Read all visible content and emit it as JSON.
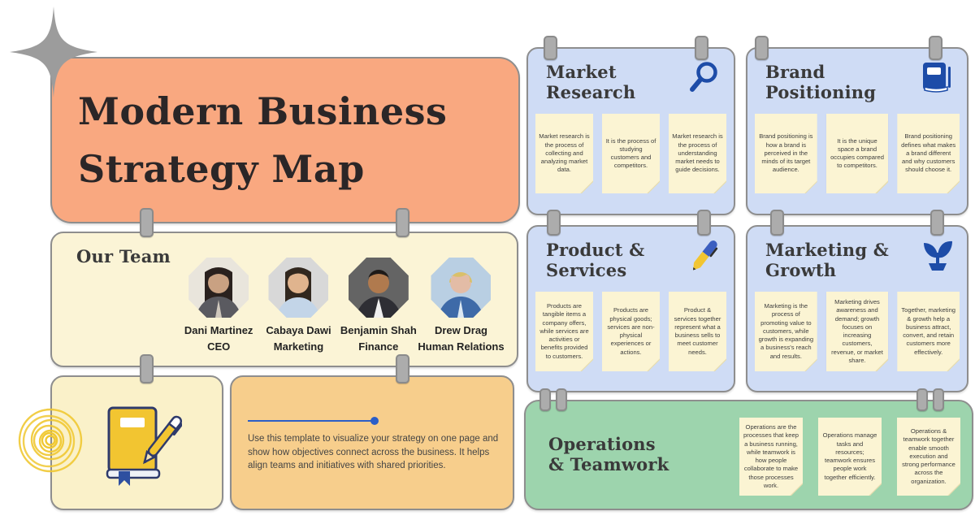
{
  "title": "Modern Business Strategy Map",
  "team": {
    "heading": "Our Team",
    "members": [
      {
        "name": "Dani Martinez",
        "role": "CEO"
      },
      {
        "name": "Cabaya Dawi",
        "role": "Marketing"
      },
      {
        "name": "Benjamin Shah",
        "role": "Finance"
      },
      {
        "name": "Drew Drag",
        "role": "Human Relations"
      }
    ]
  },
  "desc": {
    "text": "Use this template to visualize your strategy on one page and show how objectives connect across the business. It helps align teams and initiatives with shared priorities."
  },
  "sections": [
    {
      "title": "Market\nResearch",
      "icon": "magnifier-icon",
      "notes": [
        "Market research is the process of collecting and analyzing market data.",
        "It is the process of studying customers and competitors.",
        "Market research is the process of understanding market needs to guide decisions."
      ]
    },
    {
      "title": "Brand\nPositioning",
      "icon": "book-icon",
      "notes": [
        "Brand positioning is how a brand is perceived in the minds of its target audience.",
        "It is the unique space a brand occupies compared to competitors.",
        "Brand positioning defines what makes a brand different and why customers should choose it."
      ]
    },
    {
      "title": "Product &\nServices",
      "icon": "pen-icon",
      "notes": [
        "Products are tangible items a company offers, while services are activities or benefits provided to customers.",
        "Products are physical goods; services are non-physical experiences or actions.",
        "Product & services together represent what a business sells to meet customer needs."
      ]
    },
    {
      "title": "Marketing &\nGrowth",
      "icon": "plant-icon",
      "notes": [
        "Marketing is the process of promoting value to customers, while growth is expanding a business's reach and results.",
        "Marketing drives awareness and demand; growth focuses on increasing customers, revenue, or market share.",
        "Together, marketing & growth help a business attract, convert, and retain customers more effectively."
      ]
    },
    {
      "title": "Operations\n& Teamwork",
      "icon": "none",
      "notes": [
        "Operations are the processes that keep a business running, while teamwork is how people collaborate to make those processes work.",
        "Operations manage tasks and resources; teamwork ensures people work together efficiently.",
        "Operations & teamwork together enable smooth execution and strong performance across the organization."
      ]
    }
  ],
  "colors": {
    "salmon_panel": "#f9a880",
    "team_panel": "#fbf4d6",
    "yellow_panel": "#faf1c9",
    "orange_panel": "#f7ce8c",
    "blue_panel": "#cfdcf5",
    "green_panel": "#9dd4ad",
    "sticky_note": "#fbf4d3",
    "accent_navy": "#1e4daa",
    "accent_yellow": "#f2c531",
    "pin_gray": "#acacac",
    "title_text": "#2b2627"
  }
}
